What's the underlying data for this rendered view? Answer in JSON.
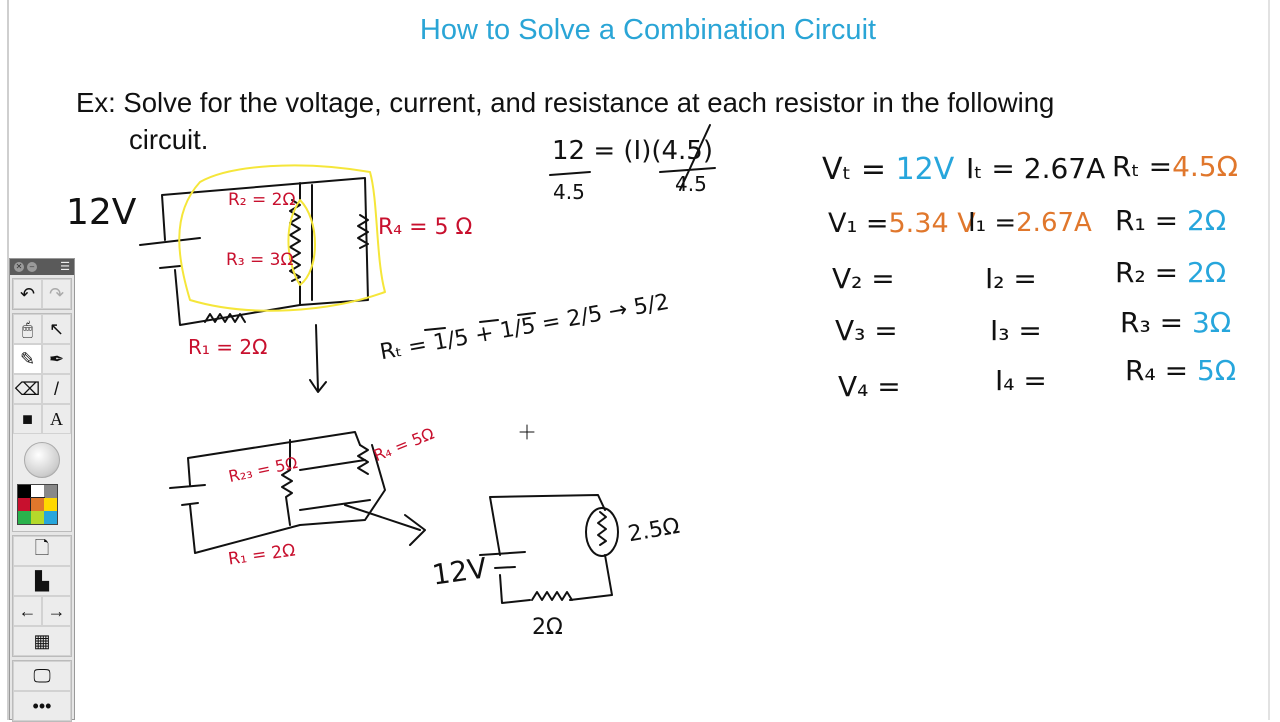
{
  "title": "How to Solve a Combination Circuit",
  "example": {
    "line1": "Ex: Solve for the voltage, current, and resistance at each resistor in the following",
    "line2": "circuit."
  },
  "notes": {
    "source_voltage": "12V",
    "r2_label": "R₂ = 2Ω",
    "r3_label": "R₃ = 3Ω",
    "r4_label": "R₄ = 5 Ω",
    "r1_label": "R₁ = 2Ω",
    "rt_calc": "Rₜ = 1/5 + 1/5 = 2/5 → 5/2",
    "ohm_calc_left": "12 = (I)(4.5)",
    "ohm_calc_den_left": "4.5",
    "ohm_calc_den_right": "4.5",
    "r23_label": "R₂₃ = 5Ω",
    "r4_label2": "R₄ = 5Ω",
    "r1_label2": "R₁ = 2Ω",
    "simple_voltage": "12V",
    "simple_r_eq": "2.5Ω",
    "simple_r1": "2Ω"
  },
  "table": {
    "rows": [
      {
        "v": "Vₜ =",
        "v_val": "12V",
        "v_color": "blue",
        "i": "Iₜ = 2.67A",
        "i_val": "",
        "r": "Rₜ =",
        "r_val": "4.5Ω",
        "r_color": "org"
      },
      {
        "v": "V₁ =",
        "v_val": "5.34 V",
        "v_color": "org",
        "i": "I₁ =",
        "i_val": "2.67A",
        "r": "R₁ =",
        "r_val": "2Ω",
        "r_color": "blue"
      },
      {
        "v": "V₂ =",
        "v_val": "",
        "i": "I₂ =",
        "i_val": "",
        "r": "R₂ =",
        "r_val": "2Ω",
        "r_color": "blue"
      },
      {
        "v": "V₃ =",
        "v_val": "",
        "i": "I₃ =",
        "i_val": "",
        "r": "R₃ =",
        "r_val": "3Ω",
        "r_color": "blue"
      },
      {
        "v": "V₄ =",
        "v_val": "",
        "i": "I₄ =",
        "i_val": "",
        "r": "R₄ =",
        "r_val": "5Ω",
        "r_color": "blue"
      }
    ]
  },
  "toolbar": {
    "tools": [
      "undo-icon",
      "redo-icon",
      "mouse-icon",
      "arrow-pointer-icon",
      "pen-icon",
      "highlighter-icon",
      "eraser-icon",
      "line-icon",
      "shapes-icon",
      "text-icon"
    ],
    "text_tool_glyph": "A",
    "palette": [
      "#000000",
      "#ffffff",
      "#888888",
      "#c8102e",
      "#e0772c",
      "#ffd800",
      "#2bb24c",
      "#b5d92b",
      "#27a6dc"
    ],
    "selected_color": "#e0772c"
  },
  "colors": {
    "title": "#2aa5d6",
    "highlight": "#f5e63a",
    "red": "#c8102e",
    "blue": "#27a6dc",
    "orange": "#e0772c"
  }
}
